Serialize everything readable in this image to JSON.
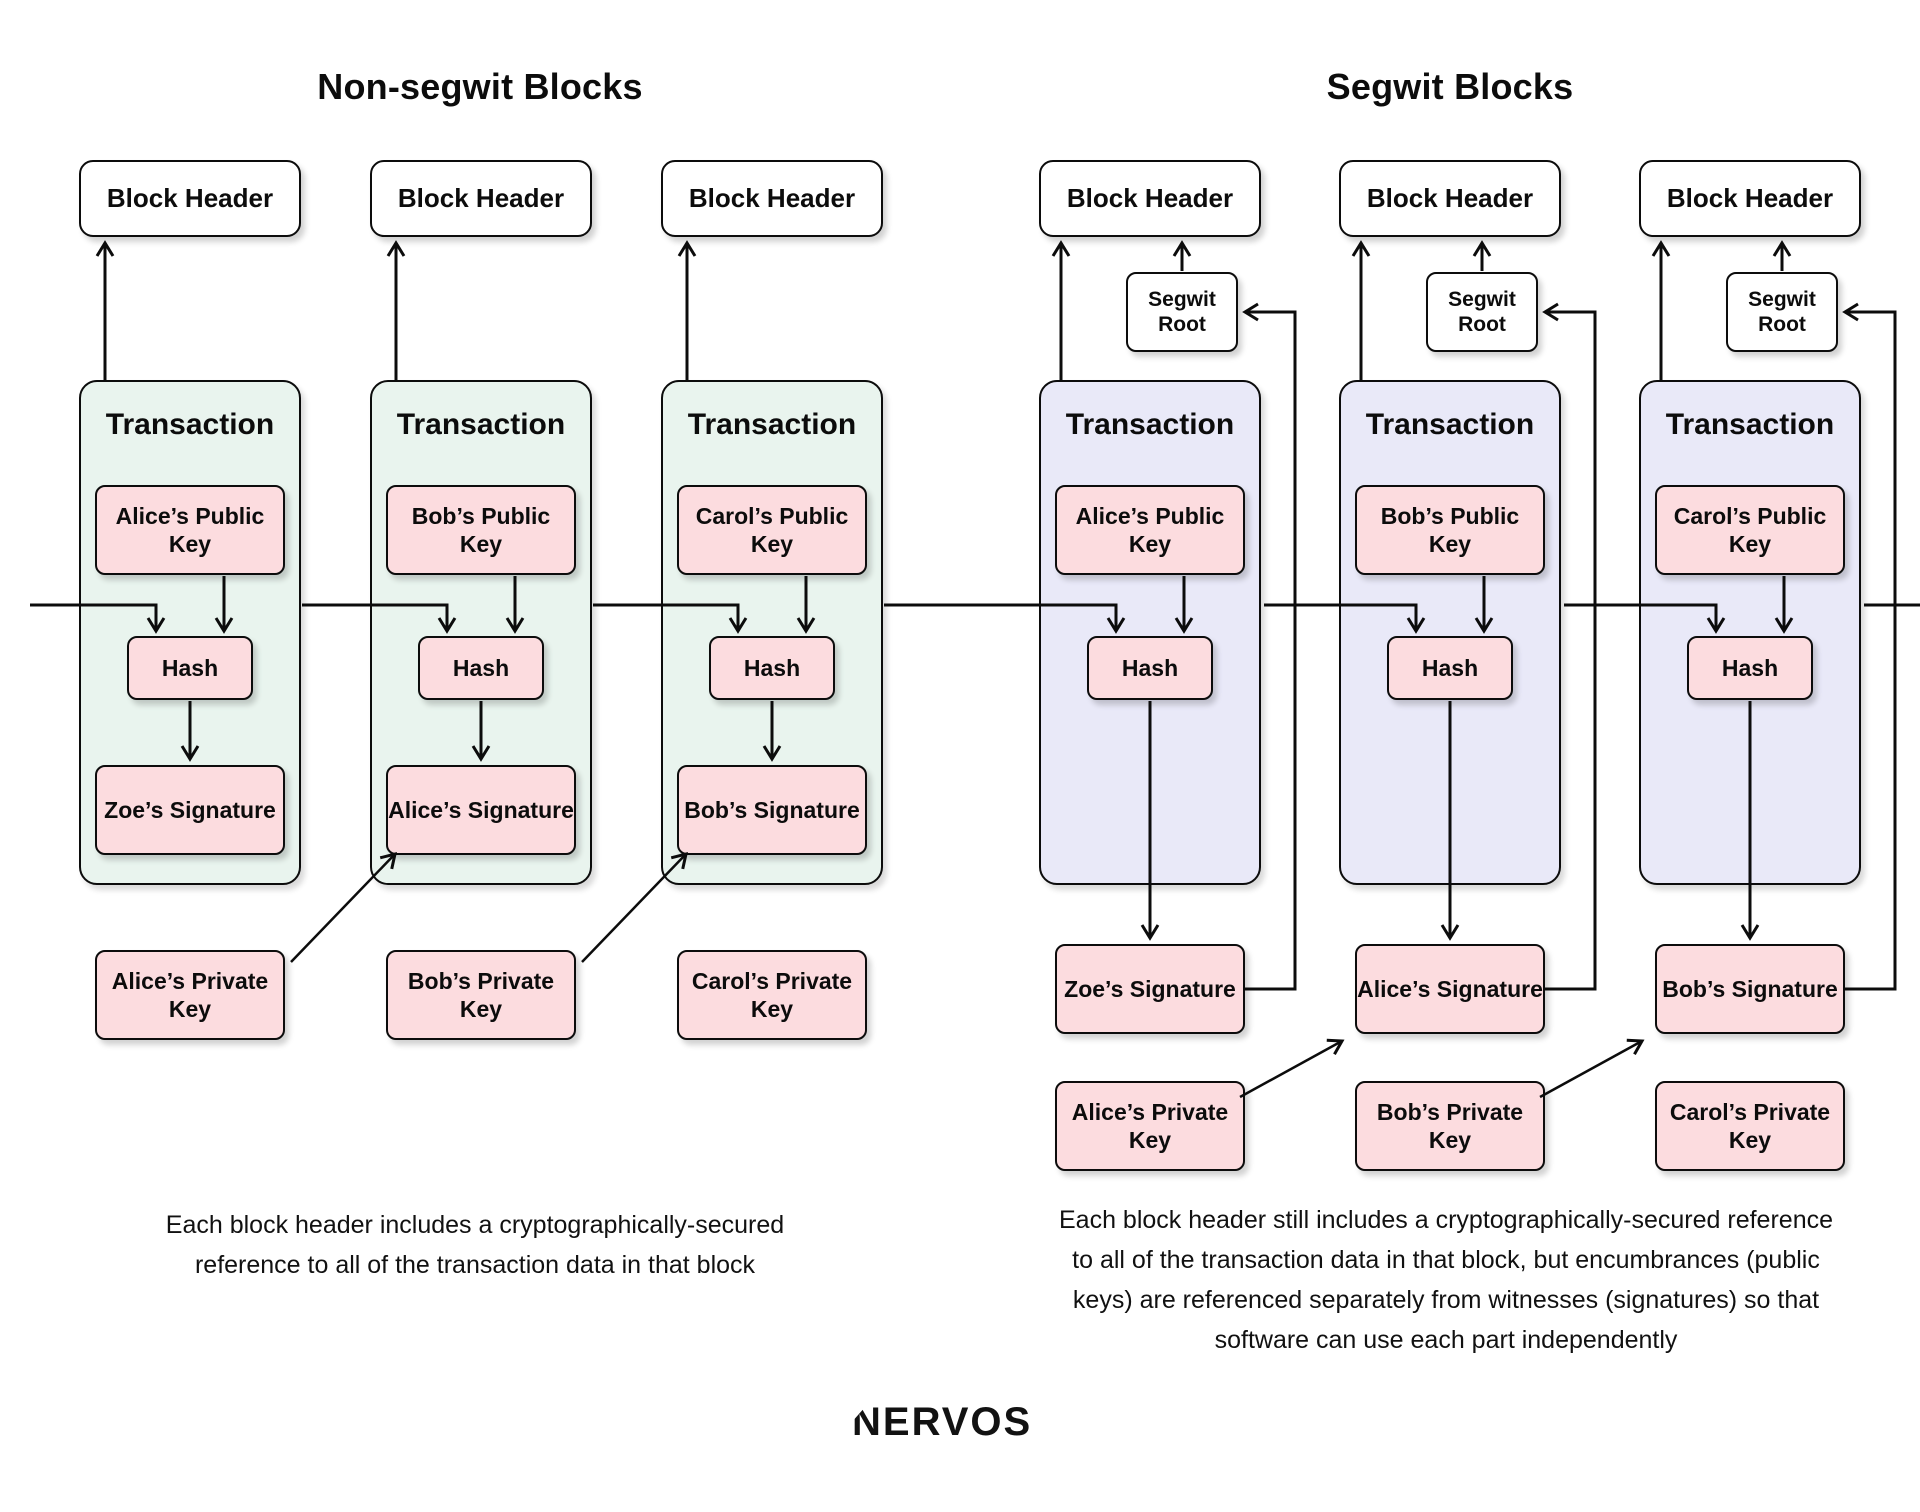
{
  "left": {
    "title": "Non-segwit Blocks",
    "caption_lines": [
      "Each block header includes a cryptographically-secured",
      "reference to all of the transaction data in that block"
    ],
    "columns": [
      {
        "header": "Block Header",
        "transaction": "Transaction",
        "public_key": "Alice’s Public Key",
        "hash": "Hash",
        "signature": "Zoe’s Signature",
        "private_key": "Alice’s Private Key"
      },
      {
        "header": "Block Header",
        "transaction": "Transaction",
        "public_key": "Bob’s Public Key",
        "hash": "Hash",
        "signature": "Alice’s Signature",
        "private_key": "Bob’s Private Key"
      },
      {
        "header": "Block Header",
        "transaction": "Transaction",
        "public_key": "Carol’s Public Key",
        "hash": "Hash",
        "signature": "Bob’s Signature",
        "private_key": "Carol’s Private Key"
      }
    ]
  },
  "right": {
    "title": "Segwit Blocks",
    "caption_lines": [
      "Each block header still includes a cryptographically-secured reference",
      "to all of the transaction data in that block, but encumbrances (public",
      "keys) are referenced separately from witnesses (signatures) so that",
      "software can use each part independently"
    ],
    "columns": [
      {
        "header": "Block Header",
        "segwit_root": "Segwit Root",
        "transaction": "Transaction",
        "public_key": "Alice’s Public Key",
        "hash": "Hash",
        "signature": "Zoe’s Signature",
        "private_key": "Alice’s Private Key"
      },
      {
        "header": "Block Header",
        "segwit_root": "Segwit Root",
        "transaction": "Transaction",
        "public_key": "Bob’s Public Key",
        "hash": "Hash",
        "signature": "Alice’s Signature",
        "private_key": "Bob’s Private Key"
      },
      {
        "header": "Block Header",
        "segwit_root": "Segwit Root",
        "transaction": "Transaction",
        "public_key": "Carol’s Public Key",
        "hash": "Hash",
        "signature": "Bob’s Signature",
        "private_key": "Carol’s Private Key"
      }
    ]
  },
  "footer": {
    "logo_text": "NERVOS"
  },
  "colors": {
    "transaction_non_segwit": "#e9f4ee",
    "transaction_segwit": "#e9e9f8",
    "key_boxes": "#fcdcdf",
    "lines": "#0c0c0c",
    "background": "#ffffff"
  }
}
